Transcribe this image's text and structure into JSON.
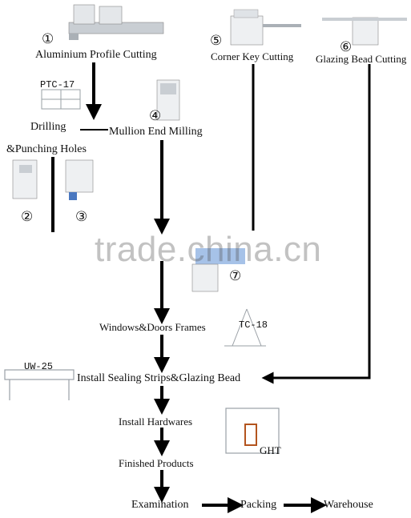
{
  "steps": {
    "s1": {
      "mark": "①",
      "label": "Aluminium Profile Cutting"
    },
    "s5": {
      "mark": "⑤",
      "label": "Corner Key Cutting"
    },
    "s6": {
      "mark": "⑥",
      "label": "Glazing Bead Cutting"
    },
    "drilling": "Drilling",
    "punching": "&Punching Holes",
    "s4": {
      "mark": "④",
      "label": "Mullion End Milling"
    },
    "s2": {
      "mark": "②"
    },
    "s3": {
      "mark": "③"
    },
    "s7": {
      "mark": "⑦"
    },
    "frames": "Windows&Doors Frames",
    "sealing": "Install  Sealing Strips&Glazing Bead",
    "hardwares": "Install Hardwares",
    "finished": "Finished Products",
    "examination": "Examination",
    "packing": "Packing",
    "warehouse": "Warehouse"
  },
  "equipment_labels": {
    "ptc": "PTC-17",
    "tc": "TC-18",
    "uw": "UW-25",
    "ght": "GHT"
  },
  "watermark": "trade.china.cn",
  "colors": {
    "arrow": "#000000",
    "machine": "#d8dde2",
    "frame": "#9aa0a6"
  }
}
